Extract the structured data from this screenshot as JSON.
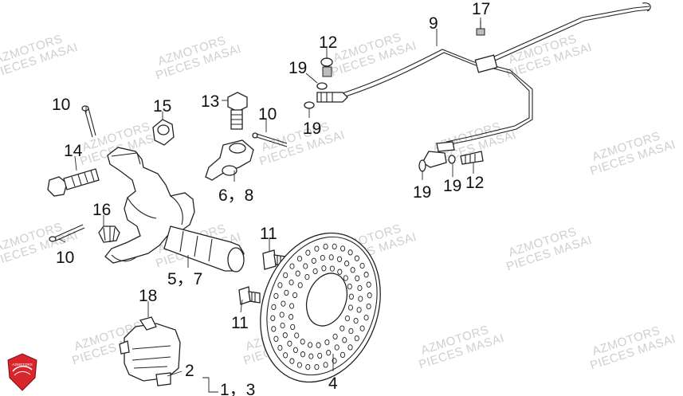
{
  "watermark": {
    "line1": "AZMOTORS",
    "line2": "PIECES MASAI"
  },
  "callouts": {
    "c1": "10",
    "c2": "14",
    "c3": "15",
    "c4": "13",
    "c5": "10",
    "c6": "6，8",
    "c7": "16",
    "c8": "10",
    "c9": "5，7",
    "c10": "11",
    "c11": "11",
    "c12": "18",
    "c13": "2",
    "c14": "1，3",
    "c15": "4",
    "c16": "9",
    "c17": "17",
    "c18": "12",
    "c19": "19",
    "c20": "19",
    "c21": "19",
    "c22": "19",
    "c23": "12"
  },
  "logo": {
    "text": "AZMOTORS",
    "color": "#d8262c"
  }
}
